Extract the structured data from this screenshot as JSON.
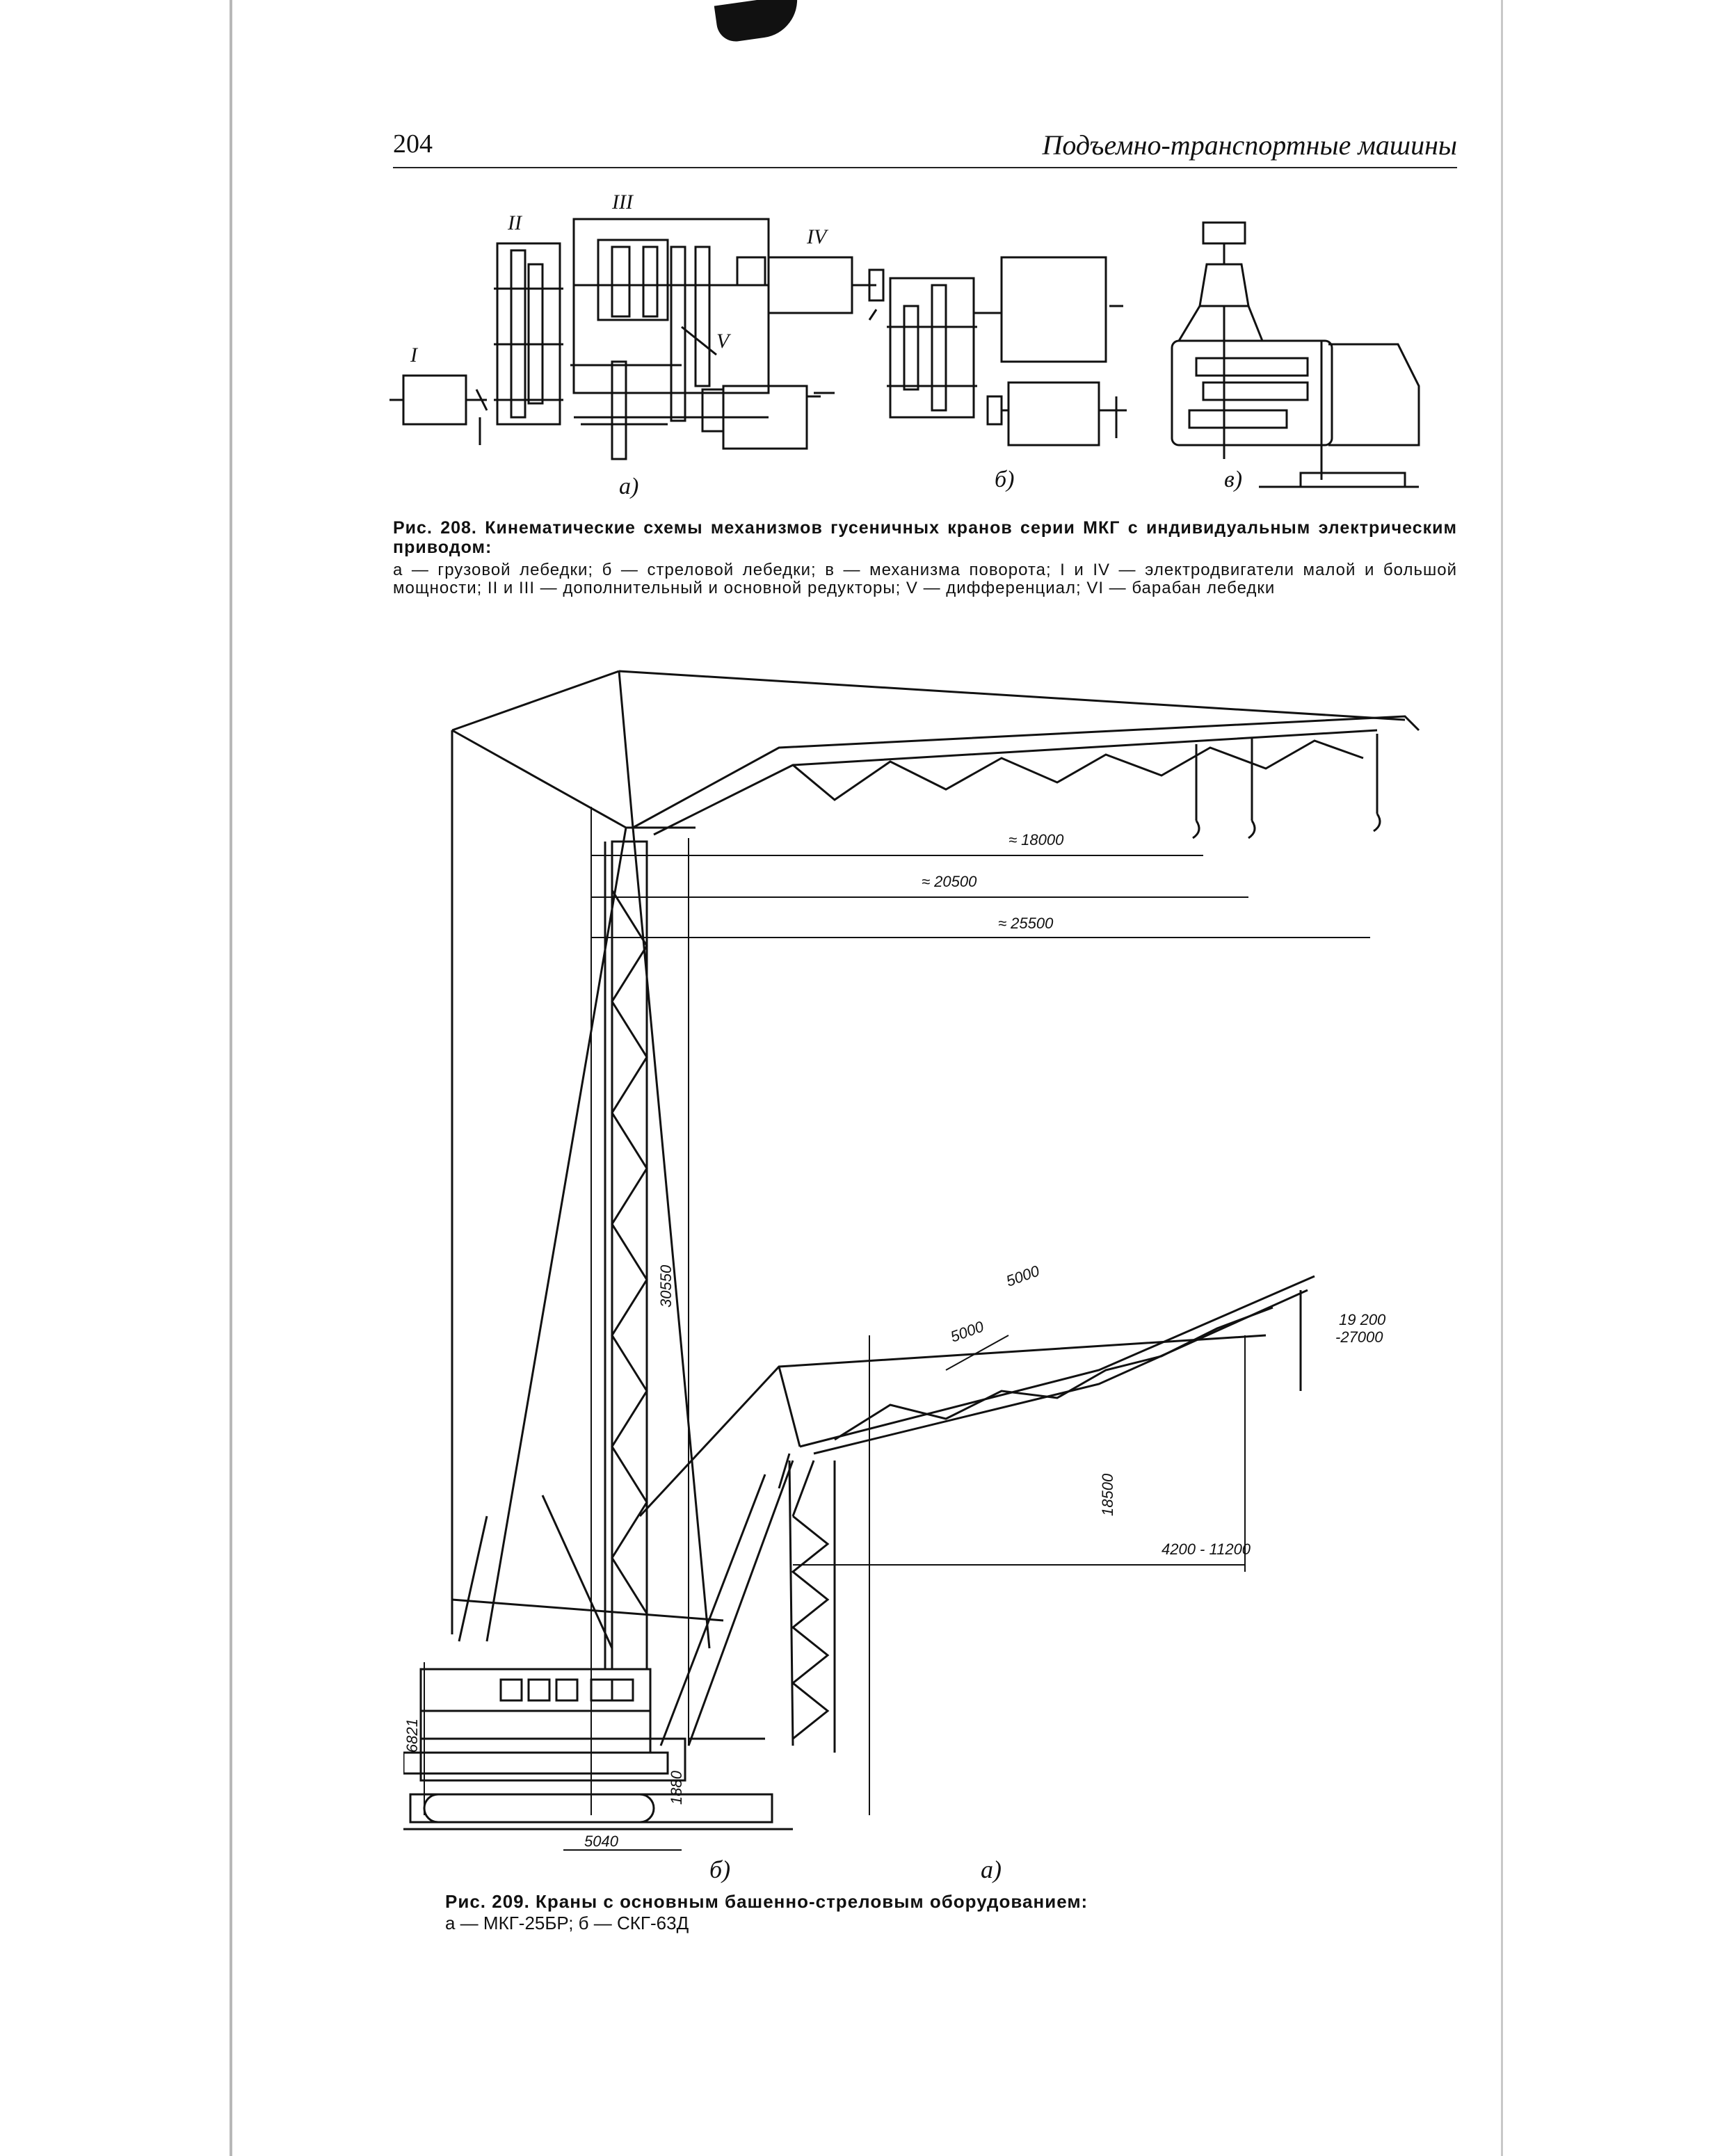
{
  "header": {
    "page_number": "204",
    "running_title": "Подъемно-транспортные машины"
  },
  "figure_208": {
    "roman_labels": [
      "I",
      "II",
      "III",
      "IV",
      "V"
    ],
    "subfigure_labels": [
      "а)",
      "б)",
      "в)"
    ],
    "caption_title": "Рис. 208. Кинематические схемы механизмов гусеничных кранов серии МКГ с индивидуальным электрическим приводом:",
    "caption_body": "а — грузовой лебедки; б — стреловой лебедки; в — механизма поворота; I и IV — электродвигатели малой и большой мощности; II и III — дополнительный и основной редукторы; V — дифференциал; VI — барабан лебедки"
  },
  "figure_209": {
    "dimensions_b": [
      "≈ 18000",
      "≈ 20500",
      "≈ 25500",
      "30550",
      "6821",
      "1880",
      "5040"
    ],
    "dimensions_a": [
      "5000",
      "5000",
      "19 200",
      "-27000",
      "18500",
      "4200 - 11200"
    ],
    "subfigure_labels": [
      "б)",
      "а)"
    ],
    "caption_title": "Рис. 209. Краны с основным башенно-стреловым оборудованием:",
    "caption_body": "а — МКГ-25БР; б — СКГ-63Д"
  }
}
